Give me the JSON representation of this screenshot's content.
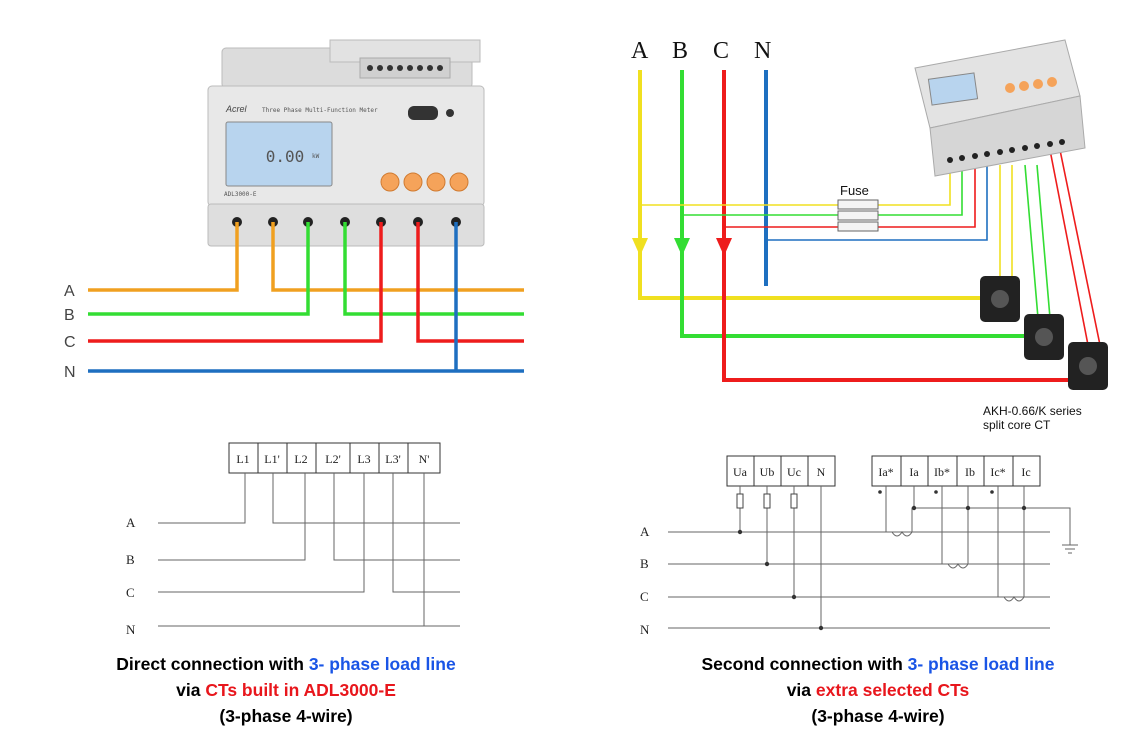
{
  "left_meter": {
    "brand": "Acrel",
    "title": "Three Phase Multi-Function Meter",
    "model": "ADL3000-E",
    "display_value": "0.00",
    "display_unit": "kW"
  },
  "left_wiring": {
    "labels": [
      "A",
      "B",
      "C",
      "N"
    ]
  },
  "right_wiring": {
    "phase_labels": [
      "A",
      "B",
      "C",
      "N"
    ],
    "fuse_label": "Fuse",
    "ct_label_line1": "AKH-0.66/K  series",
    "ct_label_line2": "split core CT"
  },
  "schematic_left": {
    "terminals": [
      "L1",
      "L1'",
      "L2",
      "L2'",
      "L3",
      "L3'",
      "N'"
    ],
    "phases": [
      "A",
      "B",
      "C",
      "N"
    ]
  },
  "schematic_right": {
    "voltage_terminals": [
      "Ua",
      "Ub",
      "Uc",
      "N"
    ],
    "current_terminals": [
      "Ia*",
      "Ia",
      "Ib*",
      "Ib",
      "Ic*",
      "Ic"
    ],
    "phases": [
      "A",
      "B",
      "C",
      "N"
    ]
  },
  "caption_left": {
    "line1_prefix": "Direct connection with ",
    "line1_highlight": "3- phase load line",
    "line2_prefix": "via ",
    "line2_highlight": "CTs built in ADL3000-E",
    "line3": "(3-phase 4-wire)"
  },
  "caption_right": {
    "line1_prefix": "Second connection with ",
    "line1_highlight": "3- phase load line",
    "line2_prefix": "via ",
    "line2_highlight": "extra selected CTs",
    "line3": "(3-phase 4-wire)"
  },
  "colors": {
    "phase_a_left": "#f0a020",
    "phase_a_right": "#f0e020",
    "phase_b": "#33dd33",
    "phase_c": "#ee1c1c",
    "neutral": "#1e6fc0",
    "highlight_blue": "#1a55e6",
    "highlight_red": "#e8161c"
  }
}
